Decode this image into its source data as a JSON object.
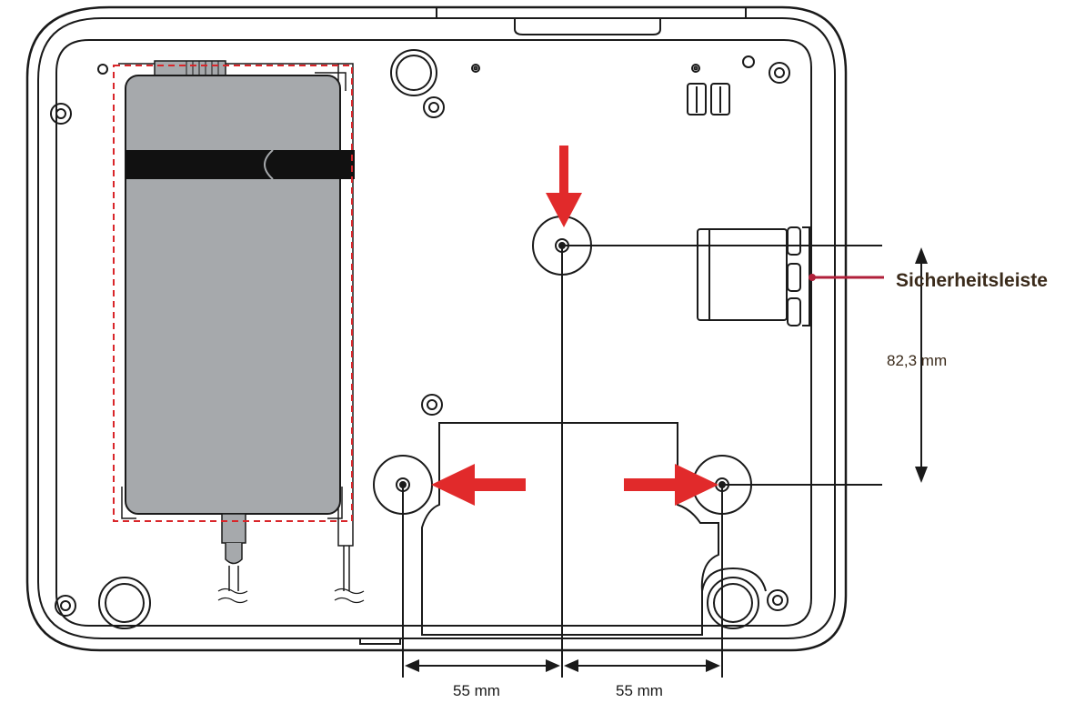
{
  "labels": {
    "security_bar": "Sicherheitsleiste",
    "vertical_spacing": "82,3 mm",
    "spacing_left": "55 mm",
    "spacing_right": "55 mm"
  },
  "colors": {
    "outline": "#1a1a1a",
    "accent_red": "#e12a2b",
    "label_red": "#b0203a",
    "adapter_fill": "#a6a9ac",
    "strap_fill": "#111111",
    "dashed_box": "#d9262a",
    "label_text": "#3a2a1a"
  }
}
